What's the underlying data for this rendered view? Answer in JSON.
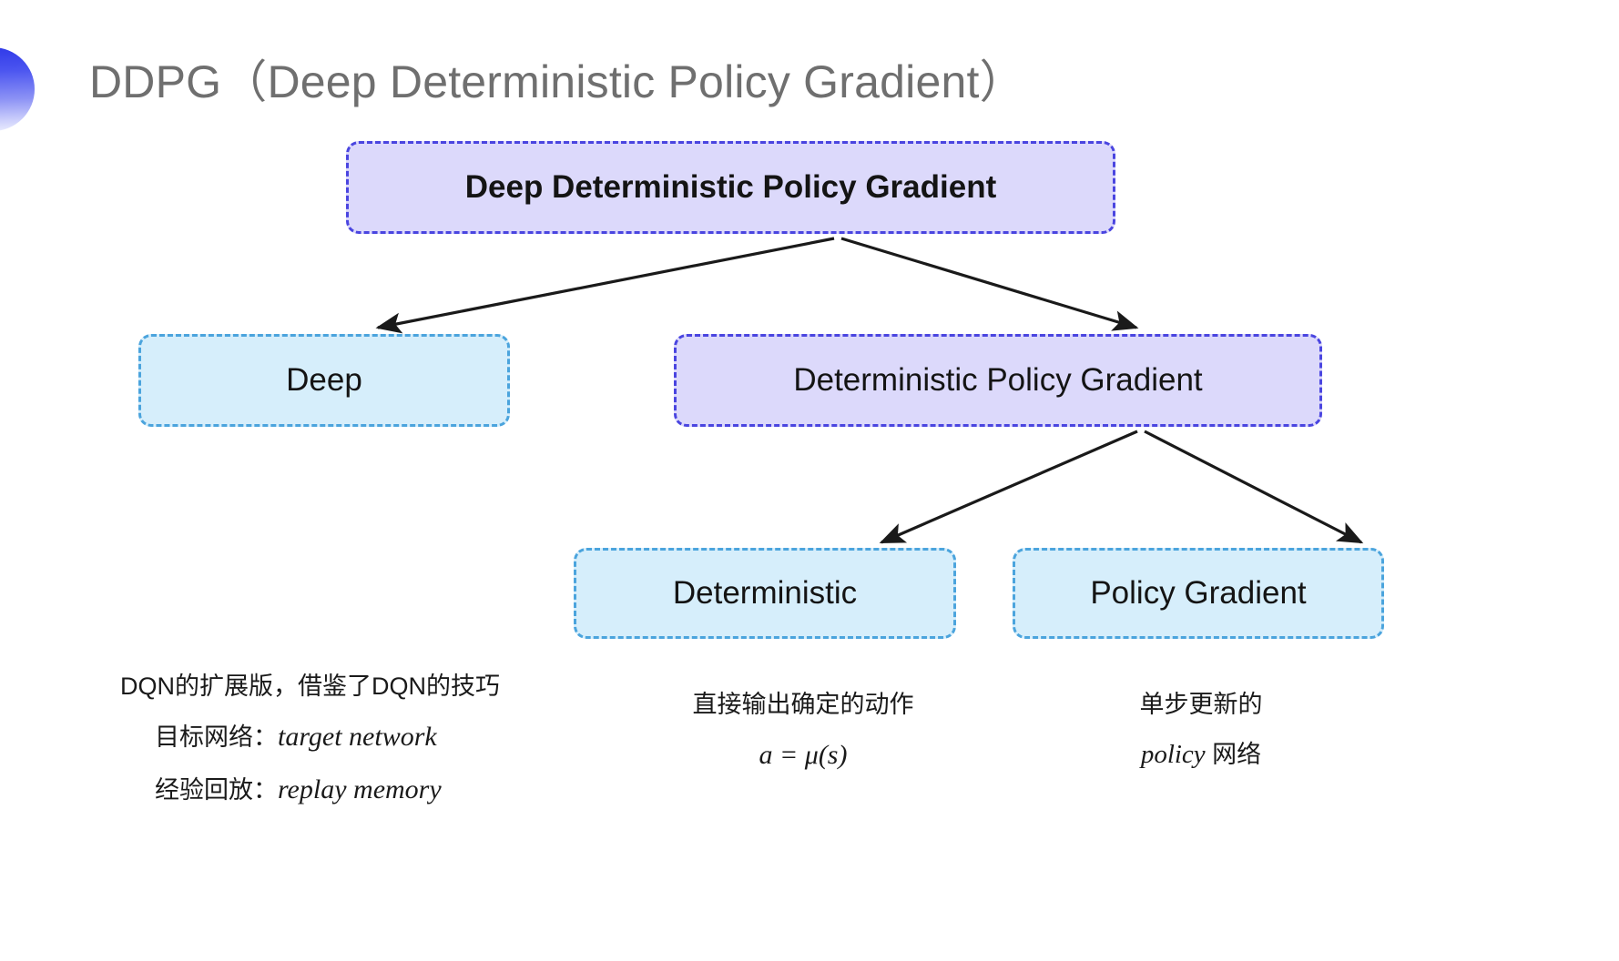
{
  "slide": {
    "title": "DDPG（Deep Deterministic Policy Gradient）",
    "background": "#ffffff",
    "decoration_colors": {
      "from": "#2f39e8",
      "to": "#eceefe"
    }
  },
  "colors": {
    "purple_fill": "#dcd9fb",
    "purple_border": "#4a45e0",
    "blue_fill": "#d6eefb",
    "blue_border": "#4ba4dd",
    "title_text": "#6f6f6f",
    "arrow": "#1a1a1a"
  },
  "nodes": {
    "root": {
      "label": "Deep Deterministic Policy Gradient",
      "style": "purple"
    },
    "deep": {
      "label": "Deep",
      "style": "blue"
    },
    "dpg": {
      "label": "Deterministic Policy Gradient",
      "style": "purple"
    },
    "deterministic": {
      "label": "Deterministic",
      "style": "blue"
    },
    "policy_gradient": {
      "label": "Policy Gradient",
      "style": "blue"
    }
  },
  "edges": [
    {
      "from": "root",
      "to": "deep"
    },
    {
      "from": "root",
      "to": "dpg"
    },
    {
      "from": "dpg",
      "to": "deterministic"
    },
    {
      "from": "dpg",
      "to": "policy_gradient"
    }
  ],
  "captions": {
    "deep": {
      "line1": "DQN的扩展版，借鉴了DQN的技巧",
      "line2_label": "目标网络：",
      "line2_value": "target network",
      "line3_label": "经验回放：",
      "line3_value": "replay memory"
    },
    "deterministic": {
      "line1": "直接输出确定的动作",
      "line2": "a = μ(s)"
    },
    "policy_gradient": {
      "line1": "单步更新的",
      "line2_value": "policy",
      "line2_suffix": " 网络"
    }
  }
}
